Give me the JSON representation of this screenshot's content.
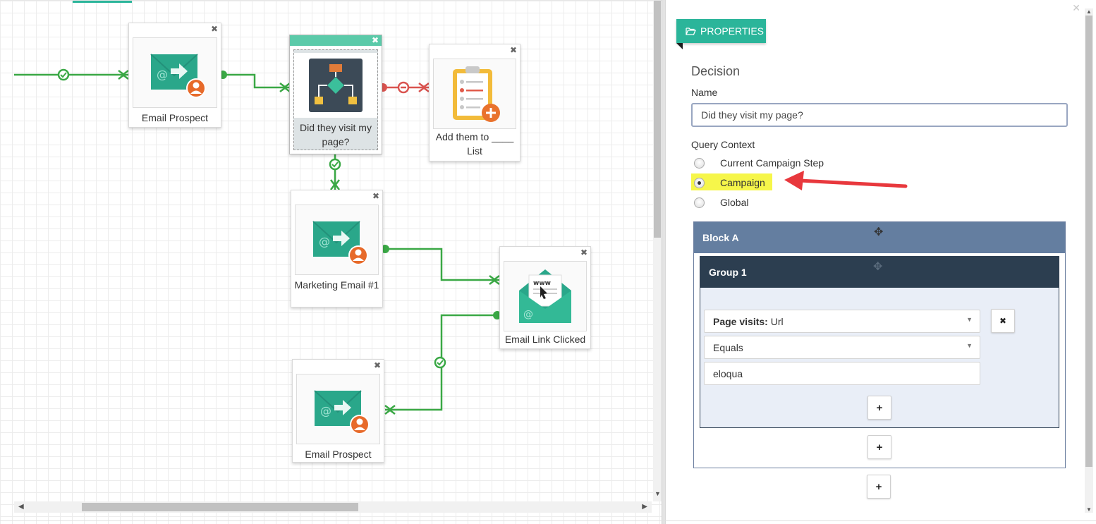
{
  "canvas": {
    "nodes": {
      "email_prospect_1": {
        "label": "Email Prospect",
        "icon": "email-send-icon"
      },
      "decision": {
        "label": "Did they visit my page?",
        "icon": "decision-flowchart-icon"
      },
      "add_to_list": {
        "label": "Add them to ____ List",
        "icon": "clipboard-add-icon"
      },
      "marketing_email": {
        "label": "Marketing Email #1",
        "icon": "email-send-icon"
      },
      "email_link_clicked": {
        "label": "Email Link Clicked",
        "icon": "email-www-click-icon"
      },
      "email_prospect_2": {
        "label": "Email Prospect",
        "icon": "email-send-icon"
      }
    },
    "close_glyph": "✖",
    "colors": {
      "success_path": "#3aa845",
      "fail_path": "#d9534f",
      "accent": "#2bb59a"
    }
  },
  "properties": {
    "tab_label": "PROPERTIES",
    "section_title": "Decision",
    "name_label": "Name",
    "name_value": "Did they visit my page?",
    "query_context_label": "Query Context",
    "query_options": [
      "Current Campaign Step",
      "Campaign",
      "Global"
    ],
    "query_selected": "Campaign",
    "block": {
      "title": "Block A",
      "group": {
        "title": "Group 1",
        "field_bold": "Page visits:",
        "field_rest": " Url",
        "operator": "Equals",
        "value": "eloqua",
        "remove_glyph": "✖",
        "add_glyph": "+"
      }
    }
  }
}
